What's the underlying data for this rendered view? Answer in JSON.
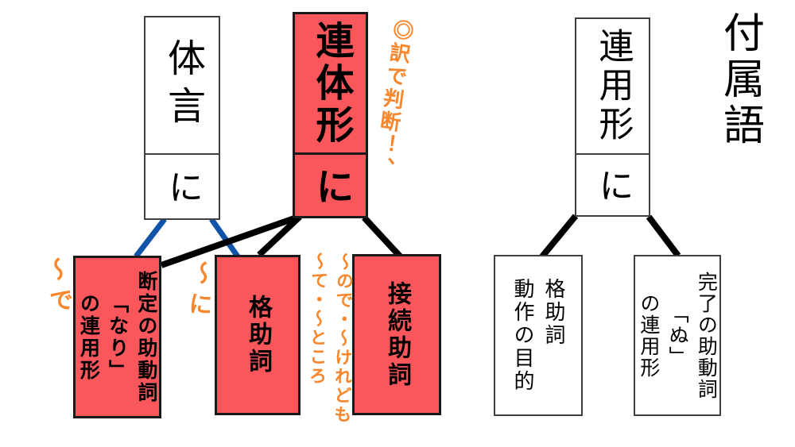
{
  "title": "付属語",
  "colors": {
    "node_red_fill": "#f9575c",
    "line_blue": "#1153a9",
    "line_black": "#000000",
    "annotation_orange": "#f8862c",
    "border_dark": "#1a1a1a"
  },
  "left_diagram": {
    "taigen": {
      "label": "体言",
      "particle": "に"
    },
    "rentaikei": {
      "label": "連体形",
      "particle": "に"
    },
    "children": [
      {
        "label": "断定の助動詞\n「なり」\nの連用形",
        "highlighted": true
      },
      {
        "label": "格助詞",
        "highlighted": true
      },
      {
        "label": "接続助詞",
        "highlighted": true
      }
    ]
  },
  "right_diagram": {
    "renyoukei": {
      "label": "連用形",
      "particle": "に"
    },
    "children": [
      {
        "label": "格助詞\n動作の目的",
        "highlighted": false
      },
      {
        "label": "完了の助動詞\n「ぬ」\nの連用形",
        "highlighted": false
      }
    ]
  },
  "annotations": {
    "judge_note": "◎訳で判断！、",
    "nari_example": "～で",
    "kakujoshi_example": "～に",
    "setsuzoku_examples": "～ので・～けれども\n～て・～ところ"
  }
}
